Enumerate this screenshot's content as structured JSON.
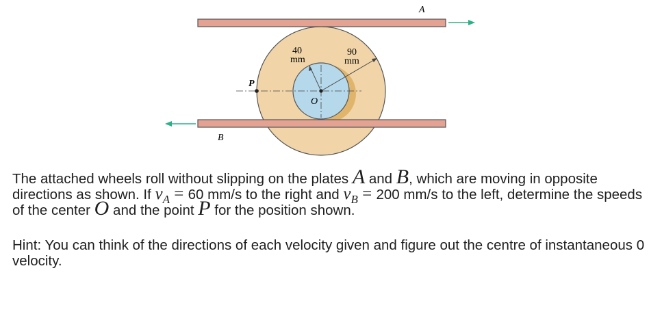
{
  "diagram": {
    "labels": {
      "plate_a": "A",
      "plate_b": "B",
      "point_p": "P",
      "center_o": "O",
      "inner_radius_value": "40",
      "inner_radius_unit": "mm",
      "outer_radius_value": "90",
      "outer_radius_unit": "mm"
    },
    "colors": {
      "plate": "#e3a292",
      "outer_wheel": "#f1d5a9",
      "inner_wheel": "#b5d8ea",
      "shadow": "#e0b56b",
      "arrow": "#2bb088"
    },
    "icons": [
      "arrow-right-icon",
      "arrow-left-icon"
    ]
  },
  "problem": {
    "t1": "The attached wheels roll without slipping on the plates ",
    "sym_a": "A",
    "t2": " and ",
    "sym_b": "B",
    "t3": ", which are moving in opposite directions as shown. If ",
    "v": "v",
    "sub_a": "A",
    "equals": " = ",
    "t4": "60 mm/s to the right and ",
    "sub_b": "B",
    "t5": "200 mm/s to the left, determine the speeds of the center ",
    "sym_o": "O",
    "t6": " and the point ",
    "sym_p": "P",
    "t7": " for the position shown."
  },
  "hint": "Hint: You can think of the directions of each velocity given and figure out the centre of instantaneous 0 velocity."
}
